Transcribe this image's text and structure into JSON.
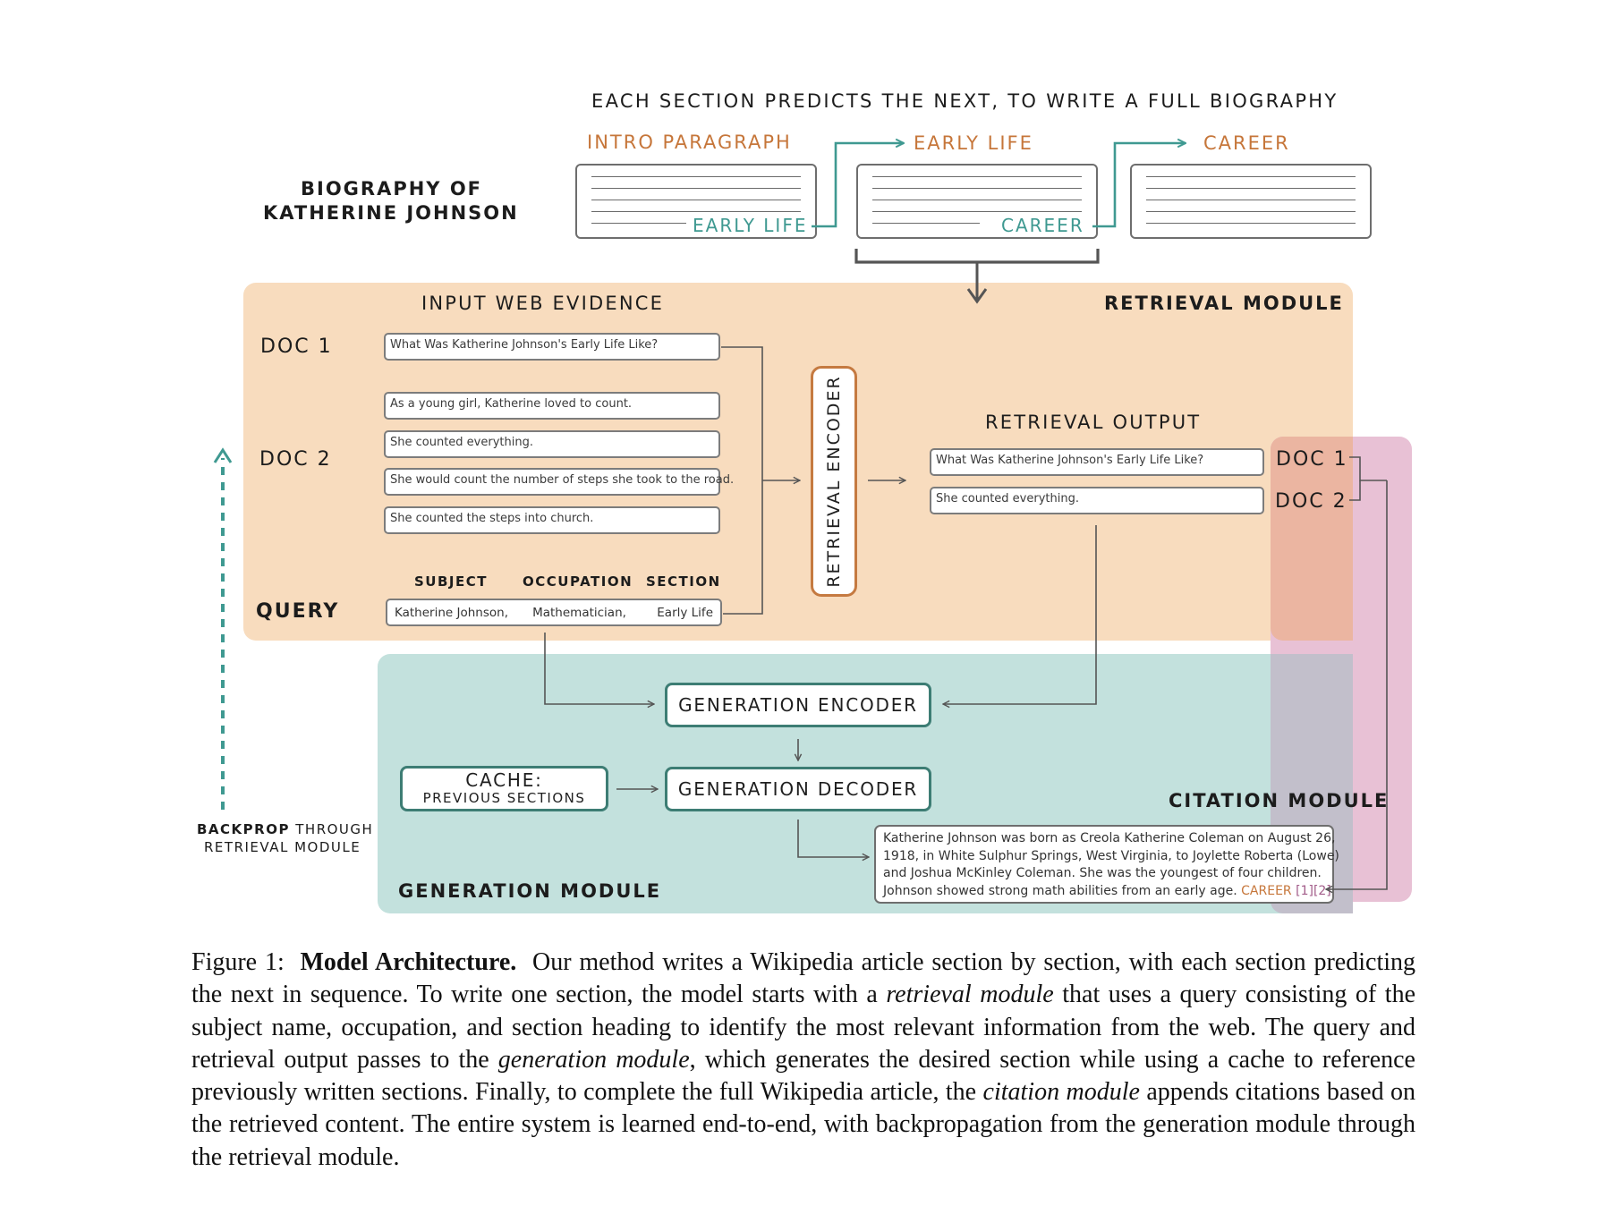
{
  "figure": {
    "top_heading": "EACH SECTION PREDICTS THE NEXT, TO WRITE A FULL BIOGRAPHY",
    "bio_title_line1": "BIOGRAPHY OF",
    "bio_title_line2": "KATHERINE JOHNSON",
    "sections": [
      {
        "label": "INTRO PARAGRAPH",
        "inline_label": "EARLY LIFE"
      },
      {
        "label": "EARLY LIFE",
        "inline_label": "CAREER"
      },
      {
        "label": "CAREER",
        "inline_label": ""
      }
    ],
    "retrieval_module": {
      "title": "RETRIEVAL MODULE",
      "input_heading": "INPUT WEB EVIDENCE",
      "doc1_label": "DOC 1",
      "doc2_label": "DOC 2",
      "doc1_text": "What Was Katherine Johnson's Early Life Like?",
      "doc2_lines": [
        "As a young girl, Katherine loved to count.",
        "She counted everything.",
        "She would count the number of steps she took to the road.",
        "She counted the steps into church."
      ],
      "query_label": "QUERY",
      "query_headers": [
        "SUBJECT",
        "OCCUPATION",
        "SECTION"
      ],
      "query_values": [
        "Katherine Johnson,",
        "Mathematician,",
        "Early Life"
      ],
      "encoder_label": "RETRIEVAL ENCODER",
      "output_heading": "RETRIEVAL OUTPUT",
      "output_lines": [
        "What Was Katherine Johnson's Early Life Like?",
        "She counted everything."
      ],
      "output_doc_labels": [
        "DOC 1",
        "DOC 2"
      ]
    },
    "generation_module": {
      "title": "GENERATION MODULE",
      "encoder_label": "GENERATION ENCODER",
      "decoder_label": "GENERATION DECODER",
      "cache_title": "CACHE:",
      "cache_subtitle": "PREVIOUS SECTIONS",
      "output_lines": [
        "Katherine Johnson was born as Creola Katherine Coleman on August 26,",
        "1918, in White Sulphur Springs, West Virginia, to Joylette Roberta (Lowe)",
        "and Joshua McKinley Coleman. She was the youngest of four children."
      ],
      "output_last_line": "Johnson showed strong math abilities from an early age.",
      "output_citation_section": "CAREER",
      "output_citation_refs": "[1][2]"
    },
    "citation_module": {
      "title": "CITATION MODULE"
    },
    "backprop": {
      "bold": "BACKPROP",
      "rest": "THROUGH",
      "line2": "RETRIEVAL MODULE"
    }
  },
  "caption": {
    "label": "Figure 1:",
    "title": "Model Architecture.",
    "t1": "Our method writes a Wikipedia article section by section, with each section predicting the next in sequence. To write one section, the model starts with a",
    "i1": "retrieval module",
    "t2": "that uses a query consisting of the subject name, occupation, and section heading to identify the most relevant information from the web. The query and retrieval output passes to the",
    "i2": "generation module",
    "t3": ", which generates the desired section while using a cache to reference previously written sections. Finally, to complete the full Wikipedia article, the",
    "i3": "citation module",
    "t4": "appends citations based on the retrieved content. The entire system is learned end-to-end, with backpropagation from the generation module through the retrieval module."
  },
  "colors": {
    "retrieval_fill": "#f8dcbe",
    "generation_fill": "#c3e1dd",
    "citation_fill": "#e8c1d5",
    "accent_orange": "#c6763a",
    "accent_teal": "#3f9991",
    "box_teal": "#3d7d74"
  }
}
